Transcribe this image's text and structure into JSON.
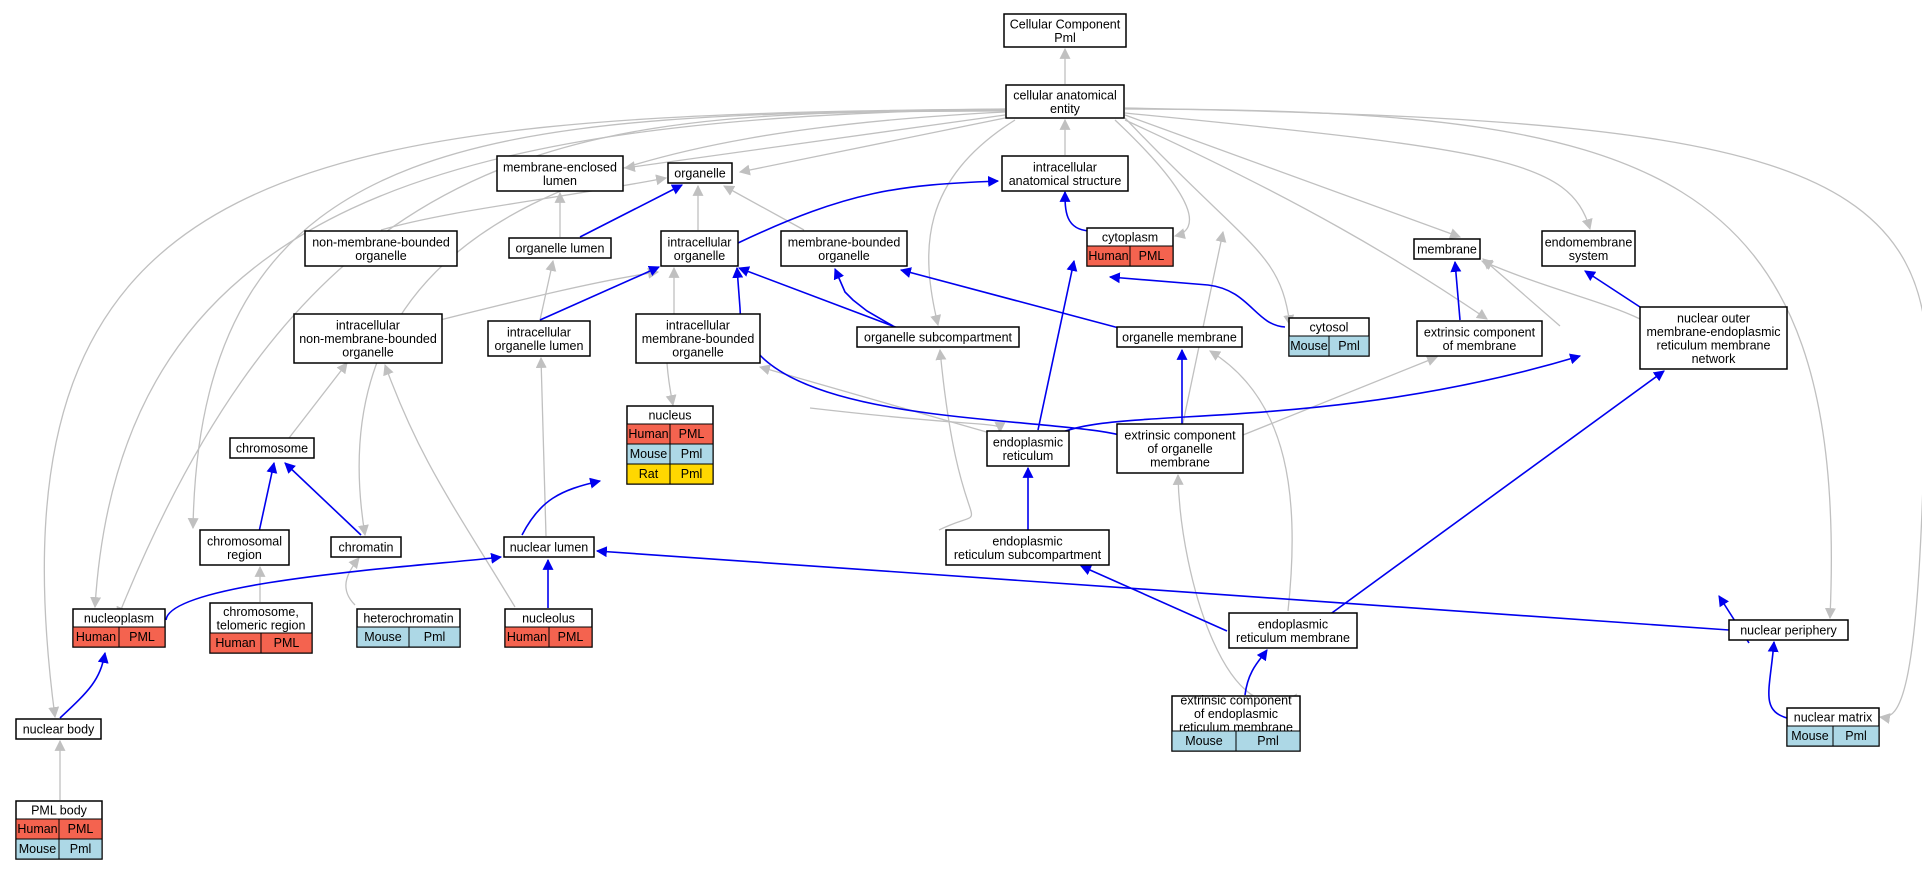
{
  "title": "Cellular Component Pml",
  "colors": {
    "Human": "#f4634f",
    "Mouse": "#add8e6",
    "Rat": "#ffd700",
    "blue_edge": "#0000ee",
    "grey_edge": "#c0c0c0"
  },
  "nodes": {
    "cc_root": {
      "lines": [
        "Cellular Component",
        "Pml"
      ]
    },
    "cae": {
      "lines": [
        "cellular anatomical",
        "entity"
      ]
    },
    "mel": {
      "lines": [
        "membrane-enclosed",
        "lumen"
      ]
    },
    "organelle": {
      "lines": [
        "organelle"
      ]
    },
    "ias": {
      "lines": [
        "intracellular",
        "anatomical structure"
      ]
    },
    "nmbo": {
      "lines": [
        "non-membrane-bounded",
        "organelle"
      ]
    },
    "org_lumen": {
      "lines": [
        "organelle lumen"
      ]
    },
    "intra_org": {
      "lines": [
        "intracellular",
        "organelle"
      ]
    },
    "mbo": {
      "lines": [
        "membrane-bounded",
        "organelle"
      ]
    },
    "cytoplasm": {
      "lines": [
        "cytoplasm"
      ],
      "species": [
        {
          "s": "Human",
          "g": "PML"
        }
      ]
    },
    "membrane": {
      "lines": [
        "membrane"
      ]
    },
    "endomembrane": {
      "lines": [
        "endomembrane",
        "system"
      ]
    },
    "inmbo": {
      "lines": [
        "intracellular",
        "non-membrane-bounded",
        "organelle"
      ]
    },
    "iol": {
      "lines": [
        "intracellular",
        "organelle lumen"
      ]
    },
    "imbo": {
      "lines": [
        "intracellular",
        "membrane-bounded",
        "organelle"
      ]
    },
    "org_subcomp": {
      "lines": [
        "organelle subcompartment"
      ]
    },
    "org_membrane": {
      "lines": [
        "organelle membrane"
      ]
    },
    "cytosol": {
      "lines": [
        "cytosol"
      ],
      "species": [
        {
          "s": "Mouse",
          "g": "Pml"
        }
      ]
    },
    "ext_comp_membrane": {
      "lines": [
        "extrinsic component",
        "of membrane"
      ]
    },
    "nomerm": {
      "lines": [
        "nuclear outer",
        "membrane-endoplasmic",
        "reticulum membrane",
        "network"
      ]
    },
    "nucleus": {
      "lines": [
        "nucleus"
      ],
      "species": [
        {
          "s": "Human",
          "g": "PML"
        },
        {
          "s": "Mouse",
          "g": "Pml"
        },
        {
          "s": "Rat",
          "g": "Pml"
        }
      ]
    },
    "chromosome": {
      "lines": [
        "chromosome"
      ]
    },
    "er": {
      "lines": [
        "endoplasmic",
        "reticulum"
      ]
    },
    "ecom": {
      "lines": [
        "extrinsic component",
        "of organelle",
        "membrane"
      ]
    },
    "chrom_region": {
      "lines": [
        "chromosomal",
        "region"
      ]
    },
    "chromatin": {
      "lines": [
        "chromatin"
      ]
    },
    "nuclear_lumen": {
      "lines": [
        "nuclear lumen"
      ]
    },
    "er_subcomp": {
      "lines": [
        "endoplasmic",
        "reticulum subcompartment"
      ]
    },
    "nucleoplasm": {
      "lines": [
        "nucleoplasm"
      ],
      "species": [
        {
          "s": "Human",
          "g": "PML"
        }
      ]
    },
    "telomeric": {
      "lines": [
        "chromosome,",
        "telomeric region"
      ],
      "species": [
        {
          "s": "Human",
          "g": "PML"
        }
      ]
    },
    "heterochromatin": {
      "lines": [
        "heterochromatin"
      ],
      "species": [
        {
          "s": "Mouse",
          "g": "Pml"
        }
      ]
    },
    "nucleolus": {
      "lines": [
        "nucleolus"
      ],
      "species": [
        {
          "s": "Human",
          "g": "PML"
        }
      ]
    },
    "er_membrane": {
      "lines": [
        "endoplasmic",
        "reticulum membrane"
      ]
    },
    "nuclear_periphery": {
      "lines": [
        "nuclear periphery"
      ]
    },
    "ext_comp_erm": {
      "lines": [
        "extrinsic component",
        "of endoplasmic",
        "reticulum membrane"
      ],
      "species": [
        {
          "s": "Mouse",
          "g": "Pml"
        }
      ]
    },
    "nuclear_matrix": {
      "lines": [
        "nuclear matrix"
      ],
      "species": [
        {
          "s": "Mouse",
          "g": "Pml"
        }
      ]
    },
    "nuclear_body": {
      "lines": [
        "nuclear body"
      ]
    },
    "pml_body": {
      "lines": [
        "PML body"
      ],
      "species": [
        {
          "s": "Human",
          "g": "PML"
        },
        {
          "s": "Mouse",
          "g": "Pml"
        }
      ]
    }
  }
}
